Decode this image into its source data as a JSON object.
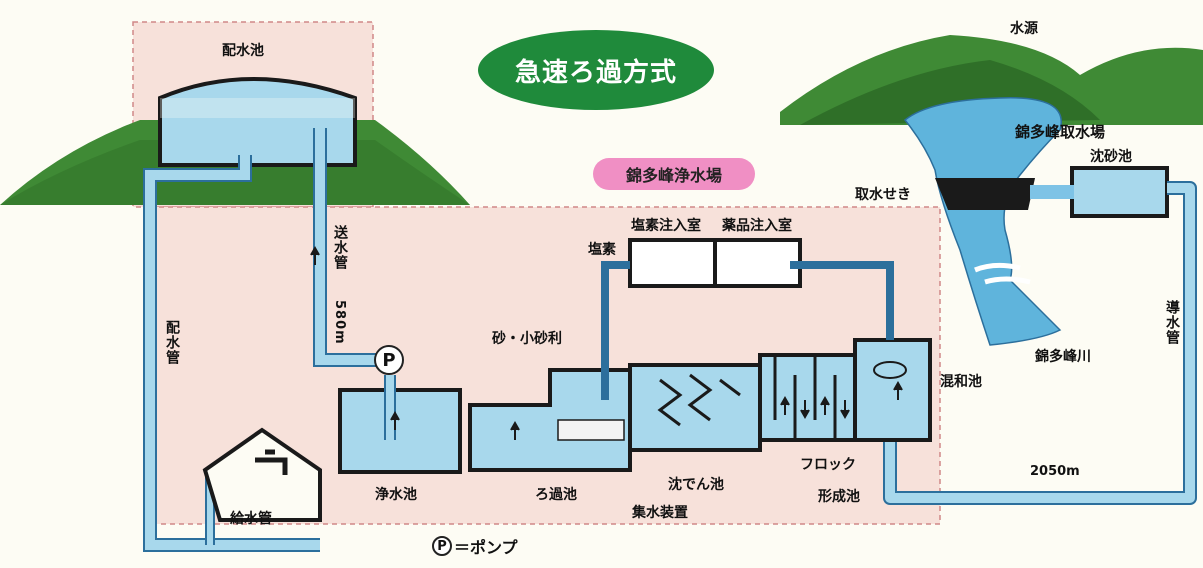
{
  "title": "急速ろ過方式",
  "plant_name": "錦多峰浄水場",
  "labels": {
    "distribution_reservoir": "配水池",
    "water_source": "水源",
    "intake_station": "錦多峰取水場",
    "grit_chamber": "沈砂池",
    "intake_weir": "取水せき",
    "river": "錦多峰川",
    "conduit_pipe": "導水管",
    "conduit_length": "2050m",
    "mixing_basin": "混和池",
    "floc": "フロック",
    "floc_basin": "形成池",
    "settling_basin": "沈でん池",
    "collector": "集水装置",
    "filter_basin": "ろ過池",
    "clear_well": "浄水池",
    "sand_gravel": "砂・小砂利",
    "chlorine": "塩素",
    "chlorine_room": "塩素注入室",
    "chemical_room": "薬品注入室",
    "transmission_pipe": "送水管",
    "transmission_length": "580m",
    "distribution_pipe": "配水管",
    "service_pipe": "給水管",
    "pump_symbol": "P",
    "legend_symbol": "P",
    "legend_text": "＝ポンプ"
  },
  "colors": {
    "water": "#a8d8ec",
    "pipe": "#7ec3e6",
    "wall": "#1a1a1a",
    "hill": "#3f8a35",
    "plant_area": "#f7e1da",
    "title_bg": "#1f8a3b",
    "plant_pill": "#f08fc4"
  }
}
